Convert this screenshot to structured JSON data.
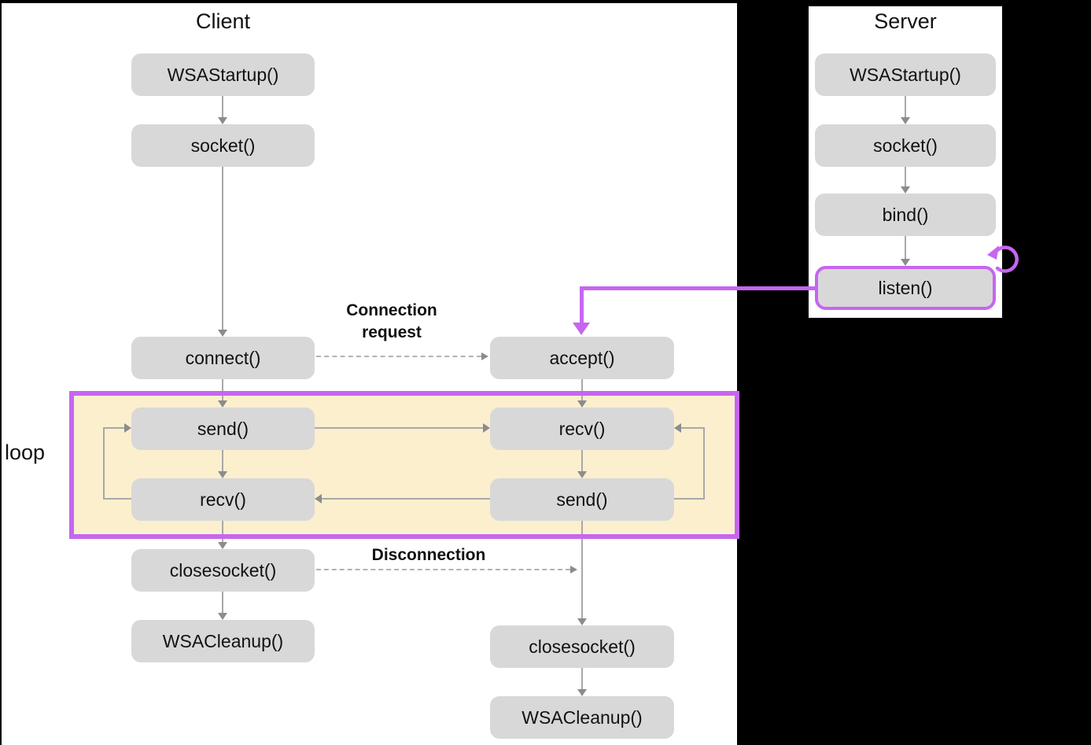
{
  "client": {
    "title": "Client",
    "boxes": [
      "WSAStartup()",
      "socket()",
      "connect()",
      "send()",
      "recv()",
      "closesocket()",
      "WSACleanup()"
    ]
  },
  "mid": {
    "boxes": [
      "accept()",
      "recv()",
      "send()",
      "closesocket()",
      "WSACleanup()"
    ]
  },
  "server": {
    "title": "Server",
    "boxes": [
      "WSAStartup()",
      "socket()",
      "bind()",
      "listen()"
    ]
  },
  "labels": {
    "loop": "loop",
    "connection_request_line1": "Connection",
    "connection_request_line2": "request",
    "disconnection": "Disconnection"
  },
  "colors": {
    "accent_purple": "#C666F0",
    "loop_fill": "#FBEFCE",
    "box_fill": "#D8D8D8",
    "arrow_gray": "#A8A8A8",
    "panel_white": "#FFFFFF",
    "background": "#000000"
  }
}
